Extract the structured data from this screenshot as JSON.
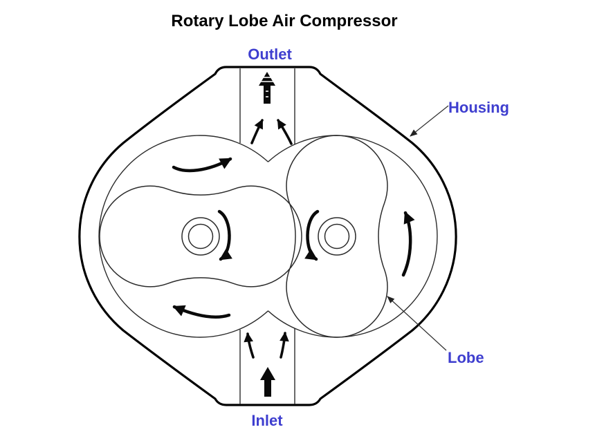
{
  "title": "Rotary Lobe Air Compressor",
  "labels": {
    "outlet": "Outlet",
    "inlet": "Inlet",
    "housing": "Housing",
    "lobe": "Lobe"
  },
  "colors": {
    "label_blue": "#3e3ecf",
    "line_black": "#000000",
    "background": "#ffffff"
  },
  "icons": {
    "flow_arrows": "black curved flow arrows from inlet around rotors to outlet",
    "rotation_arrows": "left shaft clockwise, right shaft counterclockwise",
    "leader_arrows": "thin leader lines with solid arrowheads for Housing and Lobe"
  }
}
